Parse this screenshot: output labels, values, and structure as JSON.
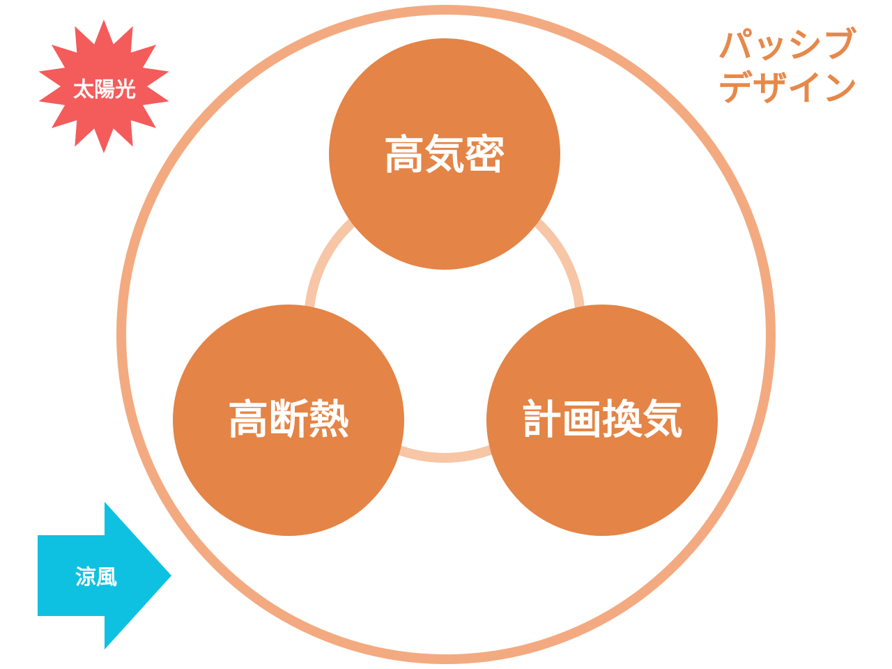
{
  "title": {
    "line1": "パッシブ",
    "line2": "デザイン"
  },
  "nodes": {
    "airtight": "高気密",
    "insulation": "高断熱",
    "ventilation": "計画換気"
  },
  "badges": {
    "sunlight": "太陽光",
    "breeze": "涼風"
  },
  "colors": {
    "outer_ring": "#f3aa80",
    "inner_ring": "#f7c6a6",
    "node_fill": "#e48446",
    "title": "#e5894a",
    "sun_burst": "#f45b5b",
    "breeze_arrow": "#0fc1e1",
    "label_text": "#ffffff"
  },
  "icons": {
    "sunlight": "sun-burst-icon",
    "breeze": "right-arrow-icon"
  }
}
